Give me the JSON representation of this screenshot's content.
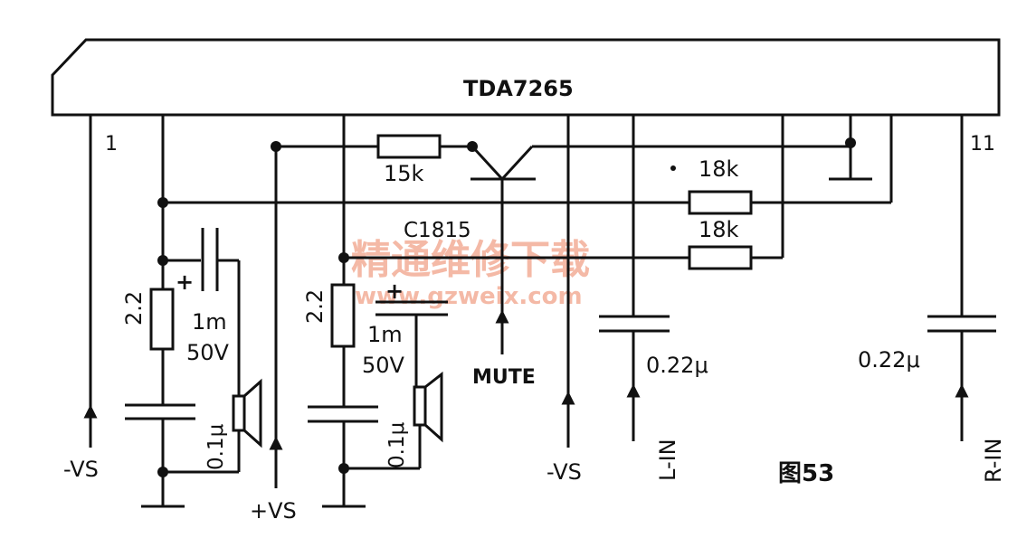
{
  "ic": {
    "name": "TDA7265"
  },
  "pins": {
    "p1": "1",
    "p11": "11"
  },
  "components": {
    "r_15k": "15k",
    "transistor": "C1815",
    "r_18k_a": "18k",
    "r_18k_b": "18k",
    "r_left": "2.2",
    "r_mid": "2.2",
    "c_left_val": "1m",
    "c_left_volt": "50V",
    "c_mid_val": "1m",
    "c_mid_volt": "50V",
    "c_left_small": "0.1μ",
    "c_mid_small": "0.1μ",
    "c_lin": "0.22μ",
    "c_rin": "0.22μ",
    "plus_a": "+",
    "plus_b": "+"
  },
  "terminals": {
    "neg_vs_left": "-VS",
    "pos_vs": "+VS",
    "mute": "MUTE",
    "neg_vs_right": "-VS",
    "l_in": "L-IN",
    "r_in": "R-IN"
  },
  "figure": {
    "caption": "图53"
  },
  "watermark": {
    "cn": "精通维修下载",
    "url": "www.gzweix.com",
    "color": "#f4b9a6"
  },
  "colors": {
    "ink": "#111111"
  }
}
